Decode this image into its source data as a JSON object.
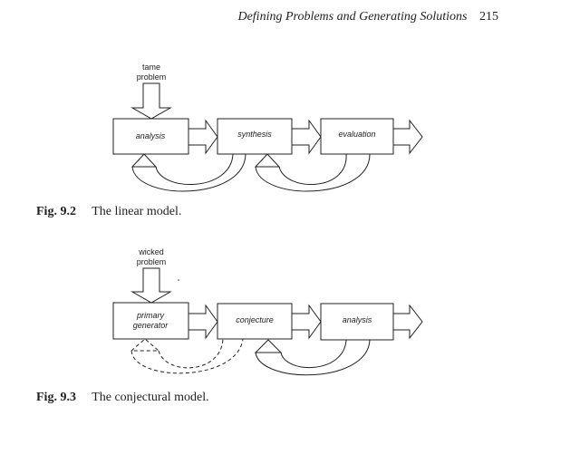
{
  "header": {
    "title": "Defining Problems and Generating Solutions",
    "page_number": "215"
  },
  "figures": [
    {
      "label": "Fig. 9.2",
      "caption": "The linear model.",
      "input_lines": [
        "tame",
        "problem"
      ],
      "boxes": [
        "analysis",
        "synthesis",
        "evaluation"
      ]
    },
    {
      "label": "Fig. 9.3",
      "caption": "The conjectural model.",
      "input_lines": [
        "wicked",
        "problem"
      ],
      "boxes": [
        [
          "primary",
          "generator"
        ],
        "conjecture",
        "analysis"
      ]
    }
  ]
}
